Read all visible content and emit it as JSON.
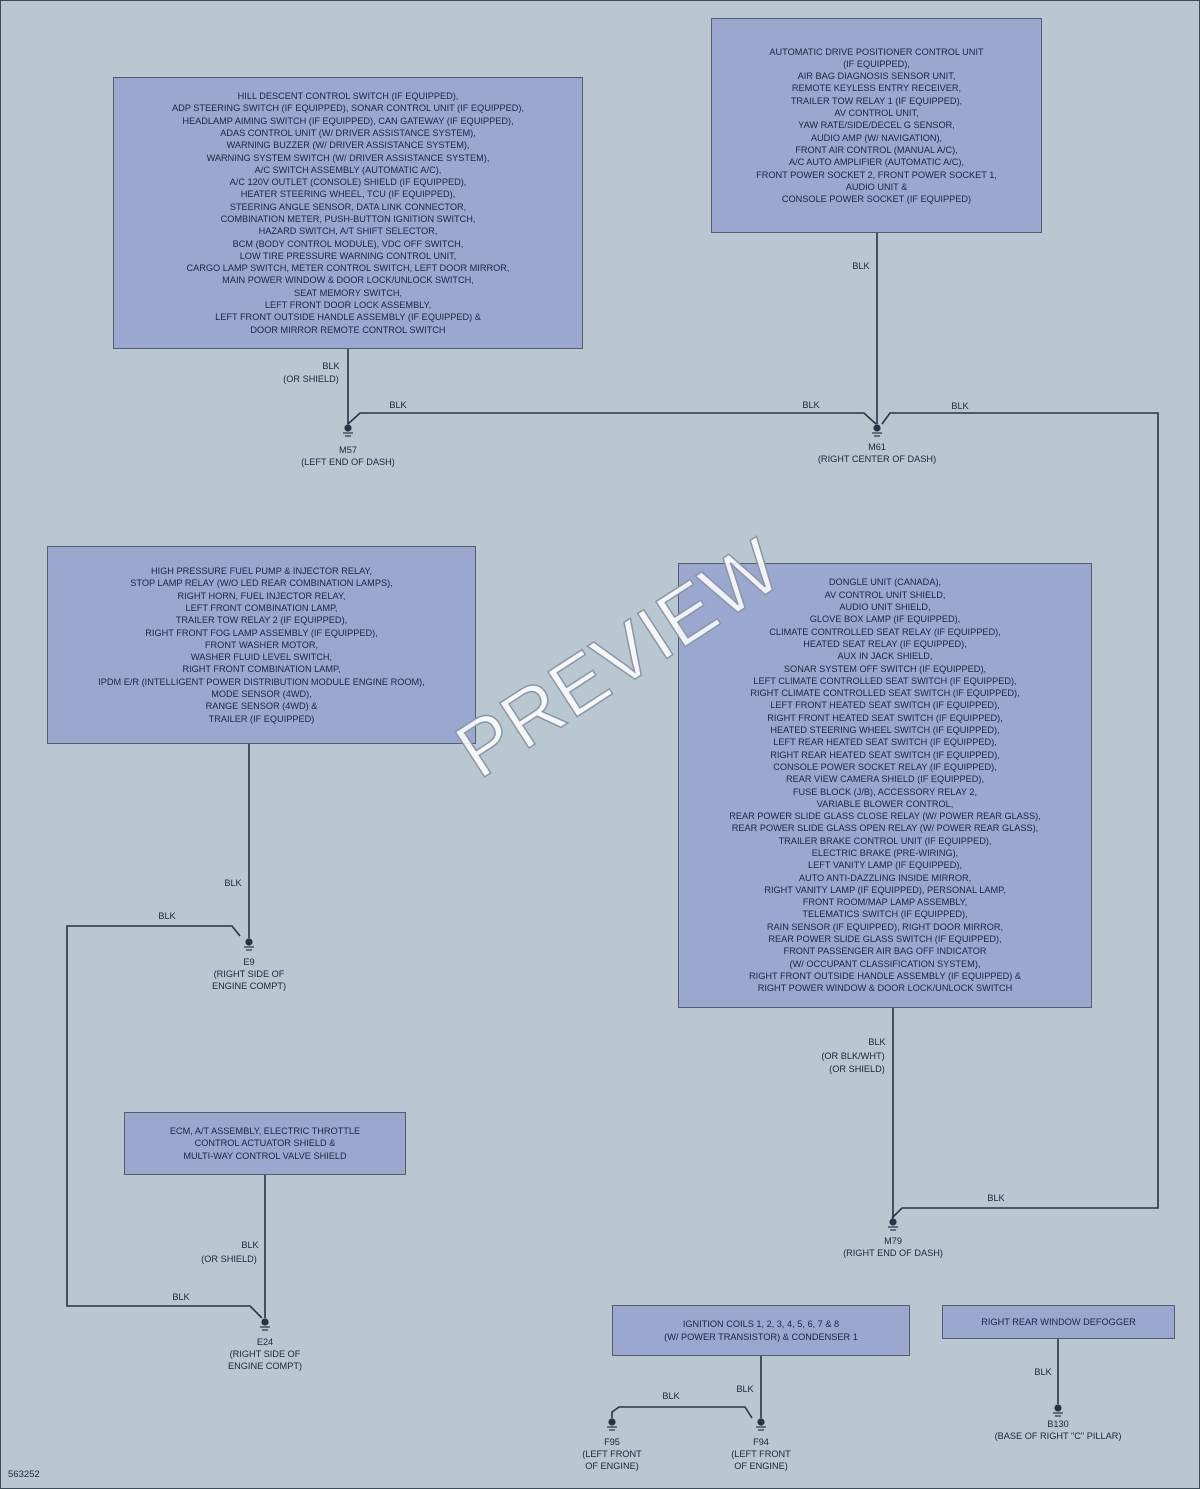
{
  "boxes": {
    "b1": [
      "HILL DESCENT CONTROL SWITCH (IF EQUIPPED),",
      "ADP STEERING SWITCH (IF EQUIPPED), SONAR CONTROL UNIT (IF EQUIPPED),",
      "HEADLAMP AIMING SWITCH (IF EQUIPPED), CAN GATEWAY (IF EQUIPPED),",
      "ADAS CONTROL UNIT (W/ DRIVER ASSISTANCE SYSTEM),",
      "WARNING BUZZER (W/ DRIVER ASSISTANCE SYSTEM),",
      "WARNING SYSTEM SWITCH (W/ DRIVER ASSISTANCE SYSTEM),",
      "A/C SWITCH ASSEMBLY (AUTOMATIC A/C),",
      "A/C 120V OUTLET (CONSOLE) SHIELD (IF EQUIPPED),",
      "HEATER STEERING WHEEL, TCU (IF EQUIPPED),",
      "STEERING ANGLE SENSOR, DATA LINK CONNECTOR,",
      "COMBINATION METER, PUSH-BUTTON IGNITION SWITCH,",
      "HAZARD SWITCH, A/T SHIFT SELECTOR,",
      "BCM (BODY CONTROL MODULE), VDC OFF SWITCH,",
      "LOW TIRE PRESSURE WARNING CONTROL UNIT,",
      "CARGO LAMP SWITCH, METER CONTROL SWITCH, LEFT DOOR MIRROR,",
      "MAIN POWER WINDOW & DOOR LOCK/UNLOCK SWITCH,",
      "SEAT MEMORY SWITCH,",
      "LEFT FRONT DOOR LOCK ASSEMBLY,",
      "LEFT FRONT OUTSIDE HANDLE ASSEMBLY (IF EQUIPPED) &",
      "DOOR MIRROR REMOTE CONTROL SWITCH"
    ],
    "b2": [
      "AUTOMATIC DRIVE POSITIONER CONTROL UNIT",
      "(IF EQUIPPED),",
      "AIR BAG DIAGNOSIS SENSOR UNIT,",
      "REMOTE KEYLESS ENTRY RECEIVER,",
      "TRAILER TOW RELAY 1 (IF EQUIPPED),",
      "AV CONTROL UNIT,",
      "YAW RATE/SIDE/DECEL G SENSOR,",
      "AUDIO AMP (W/ NAVIGATION),",
      "FRONT AIR CONTROL (MANUAL A/C),",
      "A/C AUTO AMPLIFIER (AUTOMATIC A/C),",
      "FRONT POWER SOCKET 2, FRONT POWER SOCKET 1,",
      "AUDIO UNIT &",
      "CONSOLE POWER SOCKET (IF EQUIPPED)"
    ],
    "b3": [
      "HIGH PRESSURE FUEL PUMP & INJECTOR RELAY,",
      "STOP LAMP RELAY (W/O LED REAR COMBINATION LAMPS),",
      "RIGHT HORN, FUEL INJECTOR RELAY,",
      "LEFT FRONT COMBINATION LAMP,",
      "TRAILER TOW RELAY 2 (IF EQUIPPED),",
      "RIGHT FRONT FOG LAMP ASSEMBLY (IF EQUIPPED),",
      "FRONT WASHER MOTOR,",
      "WASHER FLUID LEVEL SWITCH,",
      "RIGHT FRONT COMBINATION LAMP,",
      "IPDM E/R (INTELLIGENT POWER DISTRIBUTION MODULE ENGINE ROOM),",
      "MODE SENSOR (4WD),",
      "RANGE SENSOR (4WD) &",
      "TRAILER (IF EQUIPPED)"
    ],
    "b4": [
      "DONGLE UNIT (CANADA),",
      "AV CONTROL UNIT SHIELD,",
      "AUDIO UNIT SHIELD,",
      "GLOVE BOX LAMP (IF EQUIPPED),",
      "CLIMATE CONTROLLED SEAT RELAY (IF EQUIPPED),",
      "HEATED SEAT RELAY (IF EQUIPPED),",
      "AUX IN JACK SHIELD,",
      "SONAR SYSTEM OFF SWITCH (IF EQUIPPED),",
      "LEFT CLIMATE CONTROLLED SEAT SWITCH (IF EQUIPPED),",
      "RIGHT CLIMATE CONTROLLED SEAT SWITCH (IF EQUIPPED),",
      "LEFT FRONT HEATED SEAT SWITCH (IF EQUIPPED),",
      "RIGHT FRONT HEATED SEAT SWITCH (IF EQUIPPED),",
      "HEATED STEERING WHEEL SWITCH (IF EQUIPPED),",
      "LEFT REAR HEATED SEAT SWITCH (IF EQUIPPED),",
      "RIGHT REAR HEATED SEAT SWITCH (IF EQUIPPED),",
      "CONSOLE POWER SOCKET RELAY (IF EQUIPPED),",
      "REAR VIEW CAMERA SHIELD (IF EQUIPPED),",
      "FUSE BLOCK (J/B), ACCESSORY RELAY 2,",
      "VARIABLE BLOWER CONTROL,",
      "REAR POWER SLIDE GLASS CLOSE RELAY (W/ POWER REAR GLASS),",
      "REAR POWER SLIDE GLASS OPEN RELAY (W/ POWER REAR GLASS),",
      "TRAILER BRAKE CONTROL UNIT (IF EQUIPPED),",
      "ELECTRIC BRAKE (PRE-WIRING),",
      "LEFT VANITY LAMP (IF EQUIPPED),",
      "AUTO ANTI-DAZZLING INSIDE MIRROR,",
      "RIGHT VANITY LAMP (IF EQUIPPED), PERSONAL LAMP,",
      "FRONT ROOM/MAP LAMP ASSEMBLY,",
      "TELEMATICS SWITCH (IF EQUIPPED),",
      "RAIN SENSOR (IF EQUIPPED), RIGHT DOOR MIRROR,",
      "REAR POWER SLIDE GLASS SWITCH (IF EQUIPPED),",
      "FRONT PASSENGER AIR BAG OFF INDICATOR",
      "(W/ OCCUPANT CLASSIFICATION SYSTEM),",
      "RIGHT FRONT OUTSIDE HANDLE ASSEMBLY (IF EQUIPPED) &",
      "RIGHT POWER WINDOW & DOOR LOCK/UNLOCK SWITCH"
    ],
    "b5": [
      "ECM, A/T ASSEMBLY, ELECTRIC THROTTLE",
      "CONTROL ACTUATOR SHIELD &",
      "MULTI-WAY CONTROL VALVE SHIELD"
    ],
    "b6": [
      "IGNITION COILS 1, 2, 3, 4, 5, 6, 7 & 8",
      "(W/ POWER TRANSISTOR) & CONDENSER 1"
    ],
    "b7": [
      "RIGHT REAR WINDOW DEFOGGER"
    ]
  },
  "wire_labels": {
    "w1": "BLK",
    "w1b": "(OR SHIELD)",
    "w2": "BLK",
    "w3": "BLK",
    "w4": "BLK",
    "w5": "BLK",
    "w6": "BLK",
    "w7": "BLK",
    "w8": "BLK",
    "w8b": "(OR BLK/WHT)",
    "w8c": "(OR SHIELD)",
    "w9": "BLK",
    "w10": "BLK",
    "w10b": "(OR SHIELD)",
    "w11": "BLK",
    "w12": "BLK",
    "w13": "BLK",
    "w14": "BLK"
  },
  "grounds": {
    "m57": {
      "id": "M57",
      "loc": "(LEFT END OF DASH)"
    },
    "m61": {
      "id": "M61",
      "loc": "(RIGHT CENTER OF DASH)"
    },
    "e9": {
      "id": "E9",
      "loc1": "(RIGHT SIDE OF",
      "loc2": "ENGINE COMPT)"
    },
    "m79": {
      "id": "M79",
      "loc": "(RIGHT END OF DASH)"
    },
    "e24": {
      "id": "E24",
      "loc1": "(RIGHT SIDE OF",
      "loc2": "ENGINE COMPT)"
    },
    "f95": {
      "id": "F95",
      "loc1": "(LEFT FRONT",
      "loc2": "OF ENGINE)"
    },
    "f94": {
      "id": "F94",
      "loc1": "(LEFT FRONT",
      "loc2": "OF ENGINE)"
    },
    "b130": {
      "id": "B130",
      "loc": "(BASE OF RIGHT \"C\" PILLAR)"
    }
  },
  "watermark": "PREVIEW",
  "figure_number": "563252"
}
